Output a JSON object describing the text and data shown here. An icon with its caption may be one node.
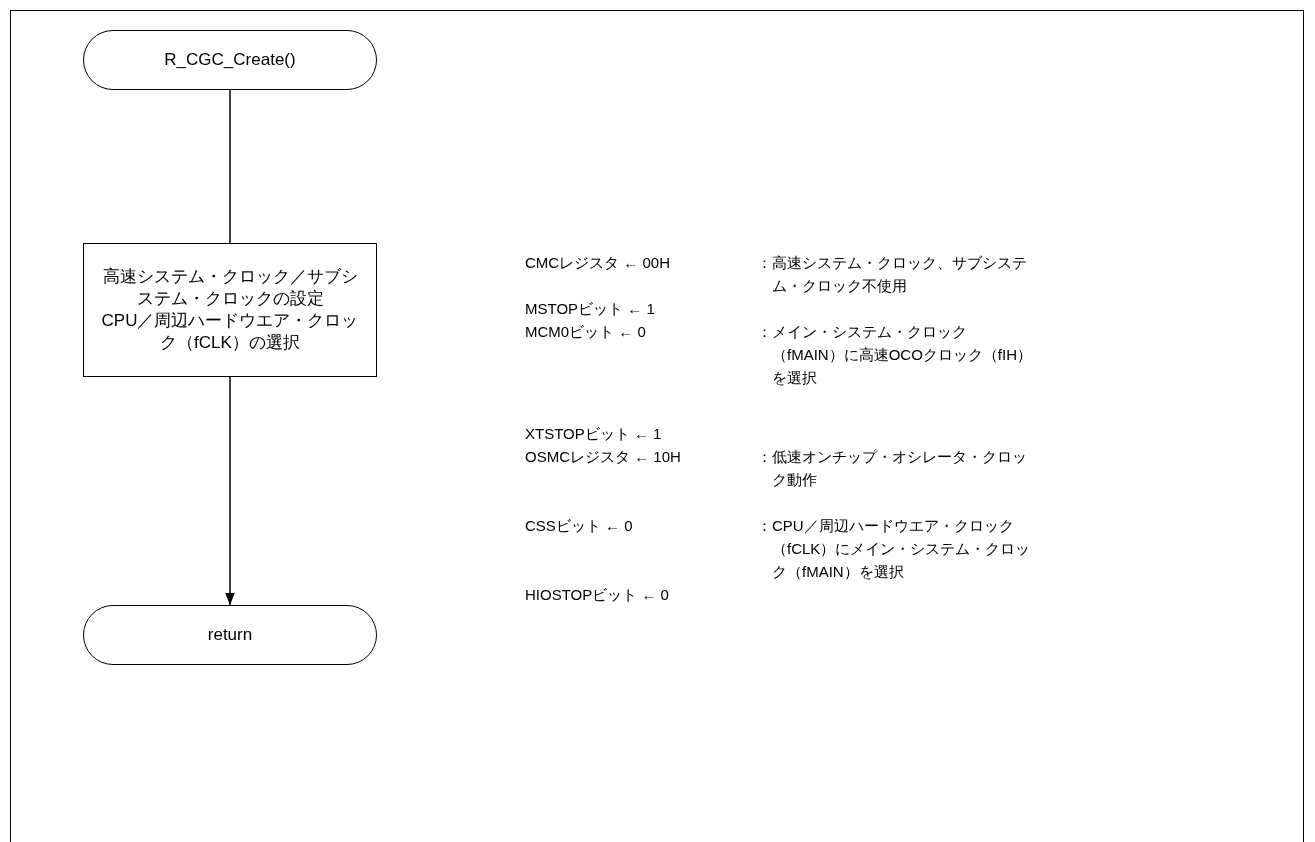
{
  "diagram": {
    "nodes": [
      {
        "text": [
          "R_CGC_Create()"
        ]
      },
      {
        "text": [
          "高速システム・クロック／サブシステム・クロックの設定",
          "CPU／周辺ハードウエア・クロック（fCLK）の選択"
        ]
      },
      {
        "text": [
          "return"
        ]
      }
    ],
    "edges": [
      {
        "from": 0,
        "to": 1,
        "arrow": "none"
      },
      {
        "from": 1,
        "to": 2,
        "arrow": "to"
      }
    ],
    "labels": [
      "CMCレジスタ ← 00H",
      "：高速システム・クロック、サブシステム・クロック不使用",
      "MSTOPビット ← 1",
      "MCM0ビット ← 0",
      "：メイン・システム・クロック（fMAIN）に高速OCOクロック（fIH）を選択",
      "XTSTOPビット ← 1",
      "OSMCレジスタ ← 10H",
      "：低速オンチップ・オシレータ・クロック動作",
      "CSSビット ← 0",
      "：CPU／周辺ハードウエア・クロック（fCLK）にメイン・システム・クロック（fMAIN）を選択",
      "HIOSTOPビット ← 0"
    ]
  }
}
